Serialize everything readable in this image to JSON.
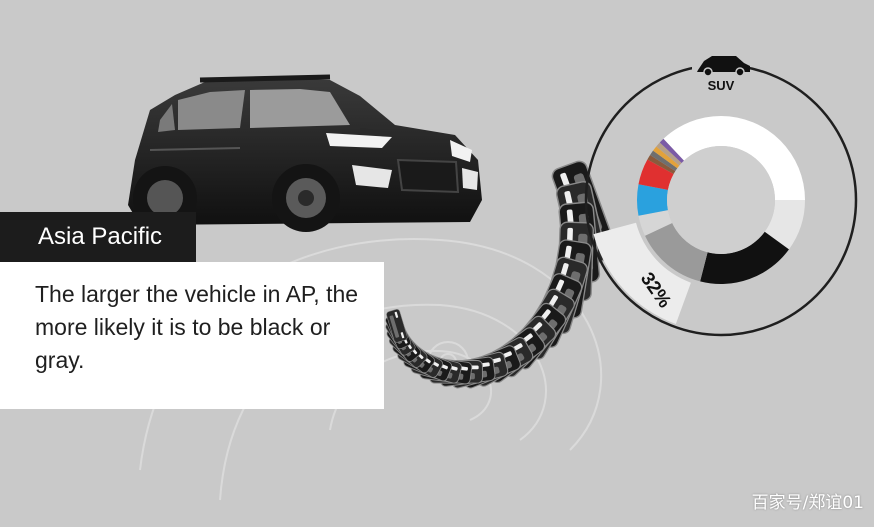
{
  "region": "Asia Pacific",
  "caption": "The larger the vehicle in AP, the more likely it is to be black or gray.",
  "watermark": "百家号/郑谊01",
  "colors": {
    "background": "#c9c9c9",
    "tag": "#1c1c1c",
    "card": "#ffffff"
  },
  "chart_data": {
    "type": "pie",
    "vehicle_label": "SUV",
    "vehicle_icon": "suv-icon",
    "highlight_label": "32%",
    "segments": [
      {
        "color": "#ffffff",
        "value": 25
      },
      {
        "color": "#e6e6e6",
        "value": 10
      },
      {
        "color": "#111111",
        "value": 19
      },
      {
        "color": "#9a9a9a",
        "value": 14
      },
      {
        "color": "#d6d6d6",
        "value": 4
      },
      {
        "color": "#2aa1de",
        "value": 6
      },
      {
        "color": "#e03030",
        "value": 5
      },
      {
        "color": "#8a5a3c",
        "value": 1
      },
      {
        "color": "#6f6f6f",
        "value": 1
      },
      {
        "color": "#e3a23a",
        "value": 1
      },
      {
        "color": "#b5a08a",
        "value": 1
      },
      {
        "color": "#7b5aa6",
        "value": 1
      },
      {
        "color": "#ffffff",
        "value": 12
      }
    ]
  }
}
